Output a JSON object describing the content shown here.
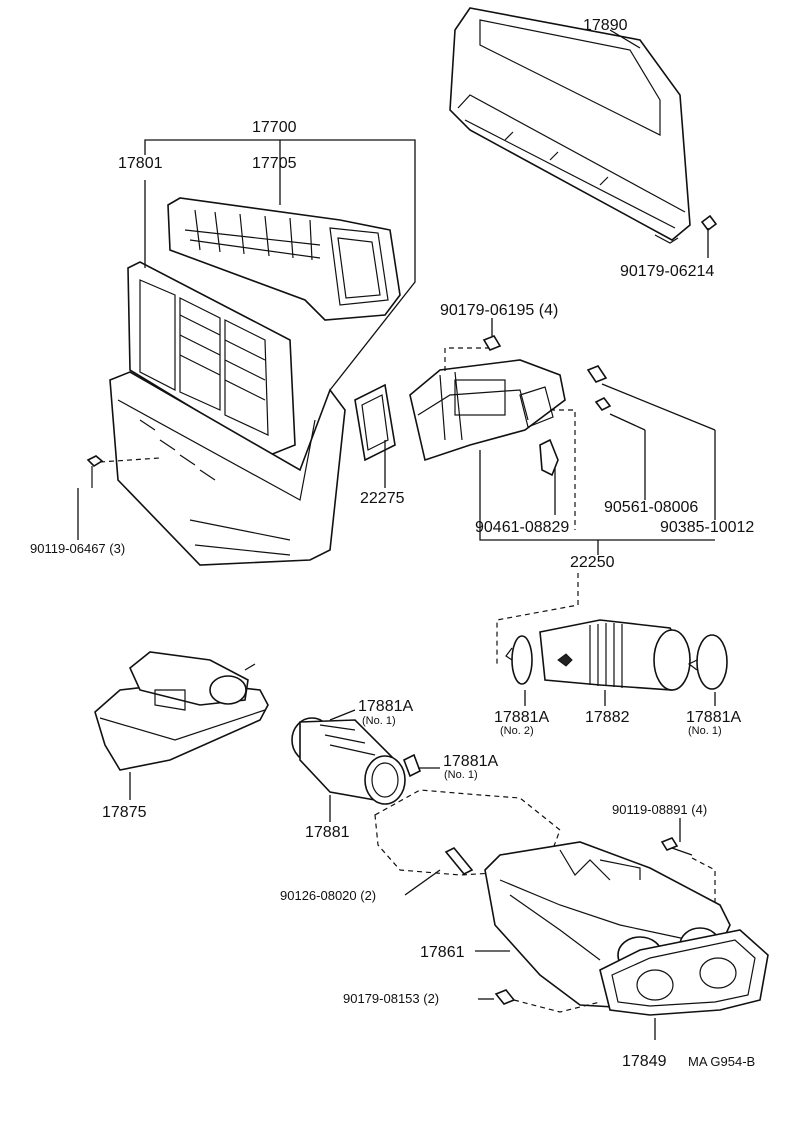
{
  "labels": {
    "p17890": "17890",
    "p90179_06214": "90179-06214",
    "p17700": "17700",
    "p17801": "17801",
    "p17705": "17705",
    "p90179_06195": "90179-06195 (4)",
    "p22275": "22275",
    "p90119_06467": "90119-06467 (3)",
    "p90561_08006": "90561-08006",
    "p90461_08829": "90461-08829",
    "p90385_10012": "90385-10012",
    "p22250": "22250",
    "p17881A_no2": "17881A",
    "p17881A_no2_qty": "(No. 2)",
    "p17882": "17882",
    "p17881A_no1_right": "17881A",
    "p17881A_no1_right_qty": "(No. 1)",
    "p17881A_top": "17881A",
    "p17881A_top_qty": "(No. 1)",
    "p17881A_mid": "17881A",
    "p17881A_mid_qty": "(No. 1)",
    "p17875": "17875",
    "p17881": "17881",
    "p90119_08891": "90119-08891 (4)",
    "p90126_08020": "90126-08020 (2)",
    "p17861": "17861",
    "p90179_08153": "90179-08153 (2)",
    "p17849": "17849",
    "figure_code": "MA G954-B"
  }
}
